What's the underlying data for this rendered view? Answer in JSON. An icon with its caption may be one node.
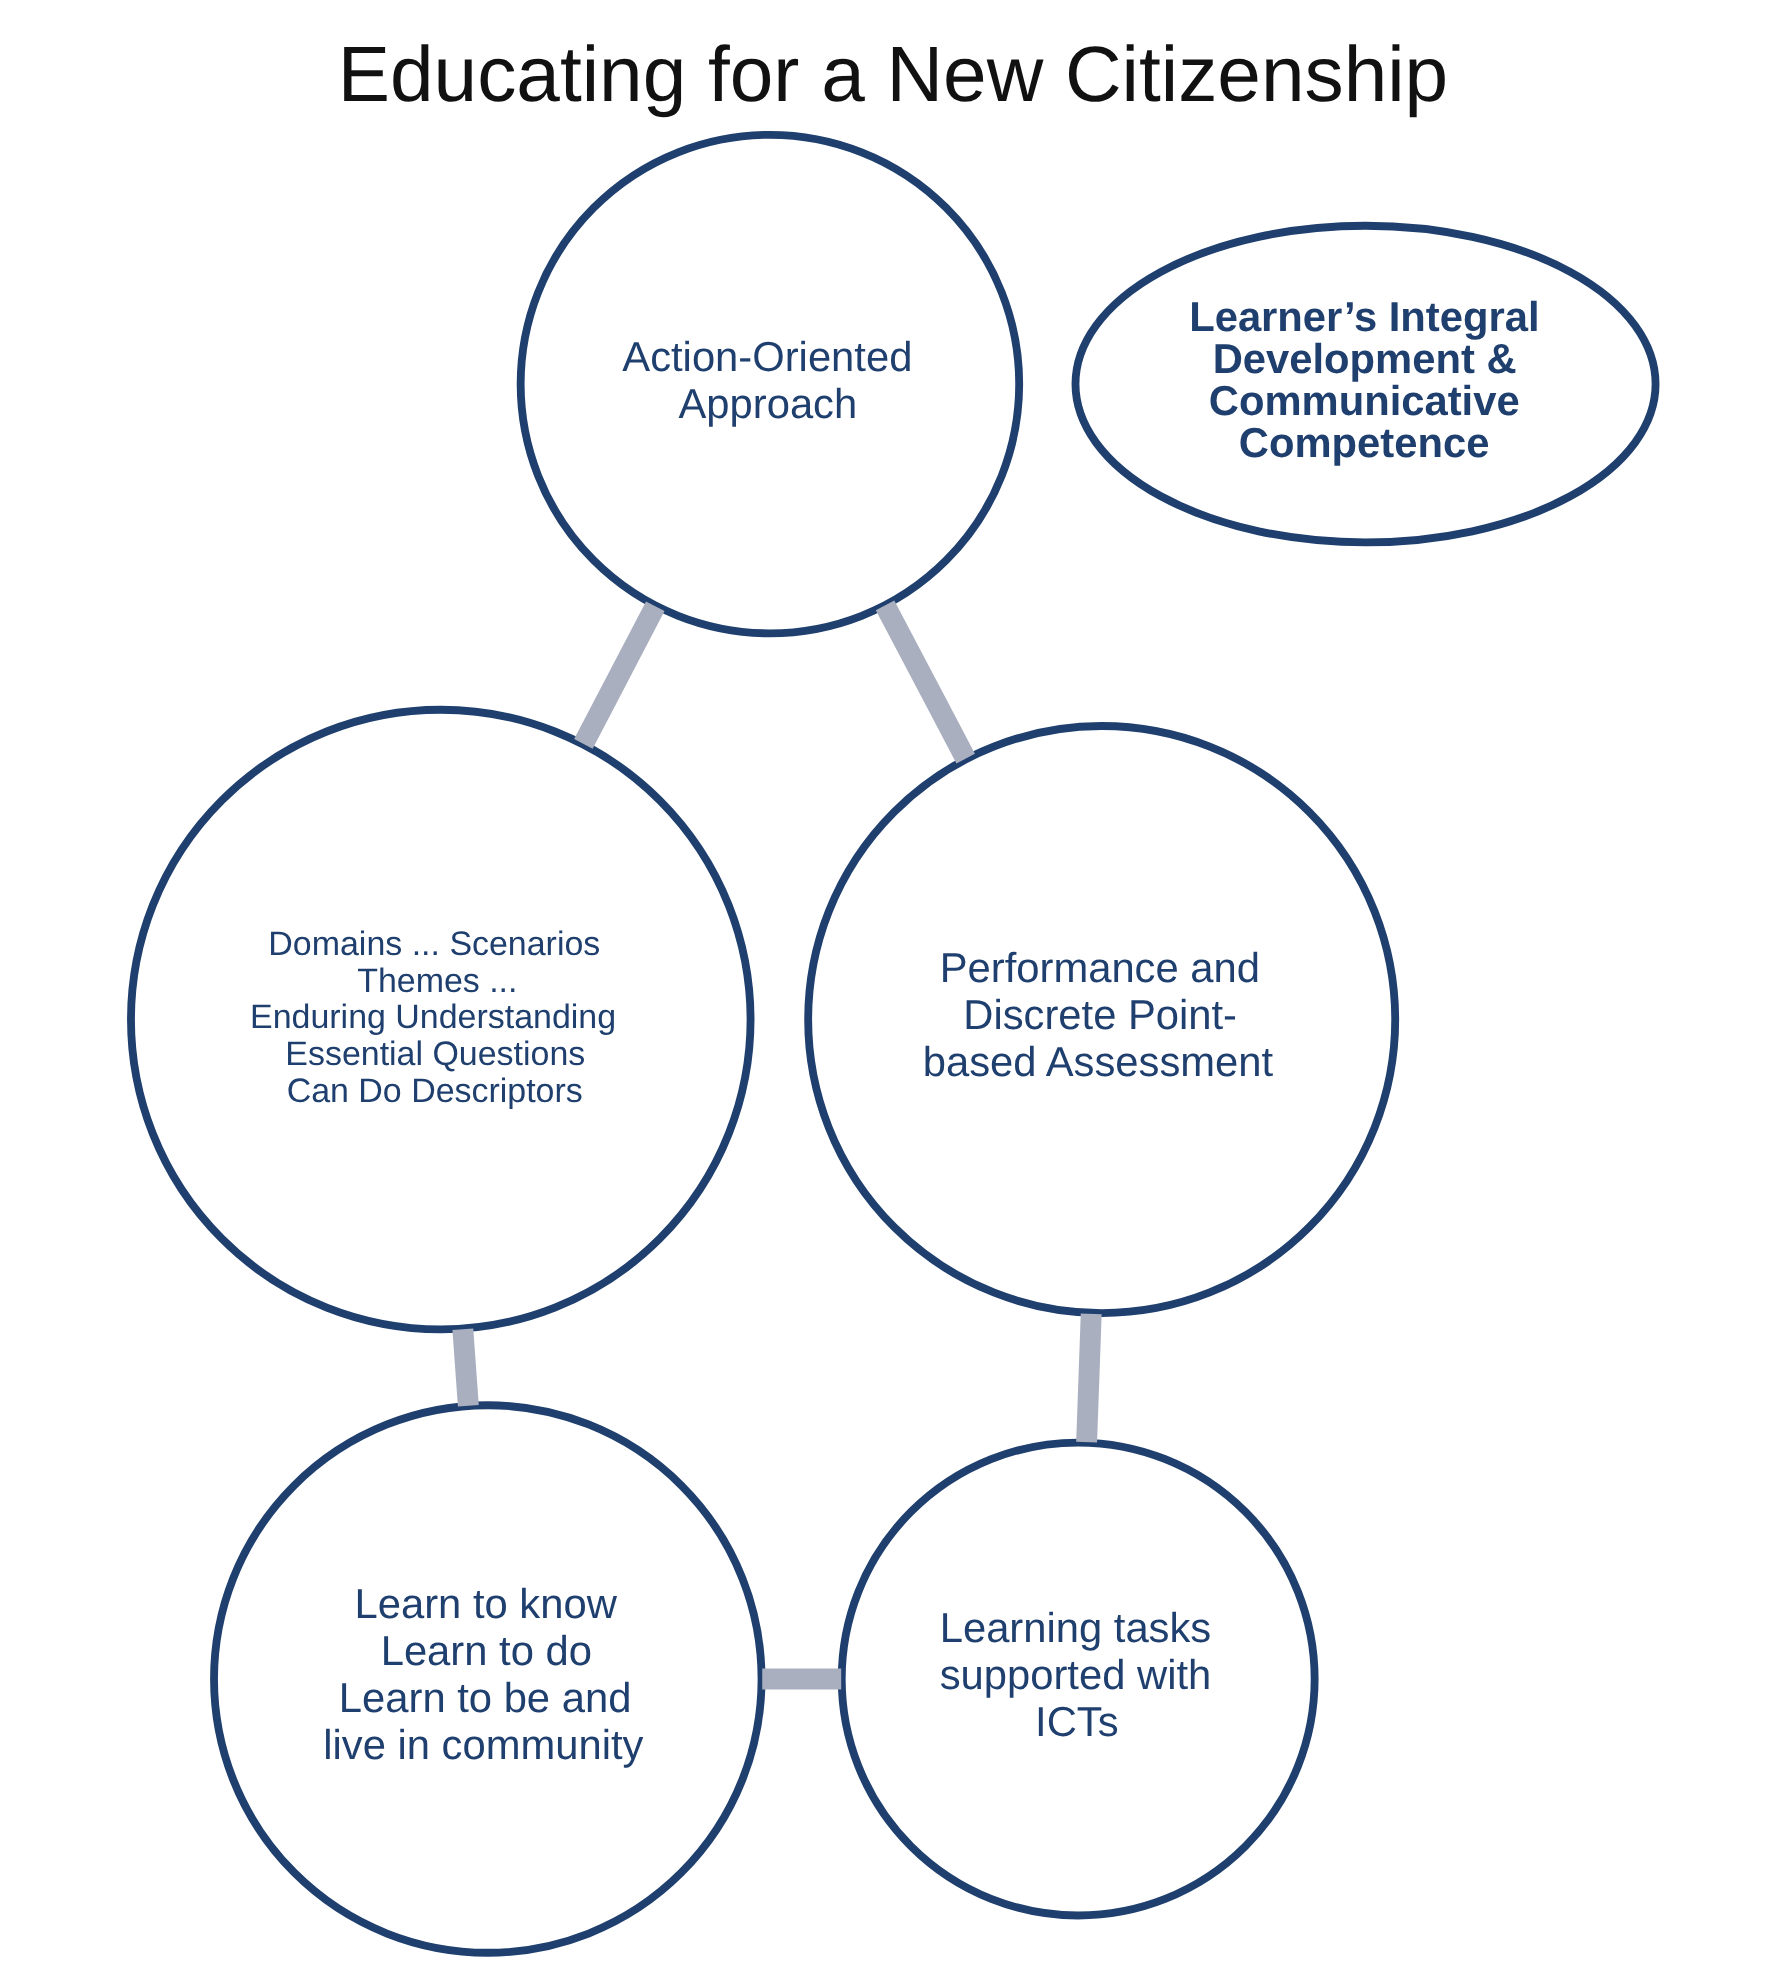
{
  "diagram": {
    "title": "Educating for a New Citizenship",
    "nodes": [
      {
        "text": [
          "Action-Oriented Approach"
        ]
      },
      {
        "text": [
          "Performance and Discrete Point-based Assessment"
        ]
      },
      {
        "text": [
          "Domains ... Scenarios",
          "Themes ...",
          "Enduring Understanding",
          "Essential Questions",
          "Can Do Descriptors"
        ]
      },
      {
        "text": [
          "Learner’s Integral Development & Communicative Competence"
        ]
      },
      {
        "text": [
          "Learn to know",
          "Learn to do",
          "Learn to be and live in community"
        ]
      },
      {
        "text": [
          "Learning tasks supported with ICTs"
        ]
      }
    ],
    "edges": [
      {
        "from": 0,
        "to": 2,
        "arrow": "none"
      },
      {
        "from": 2,
        "to": 4,
        "arrow": "none"
      },
      {
        "from": 4,
        "to": 5,
        "arrow": "none"
      },
      {
        "from": 5,
        "to": 1,
        "arrow": "none"
      },
      {
        "from": 1,
        "to": 0,
        "arrow": "none"
      }
    ]
  }
}
